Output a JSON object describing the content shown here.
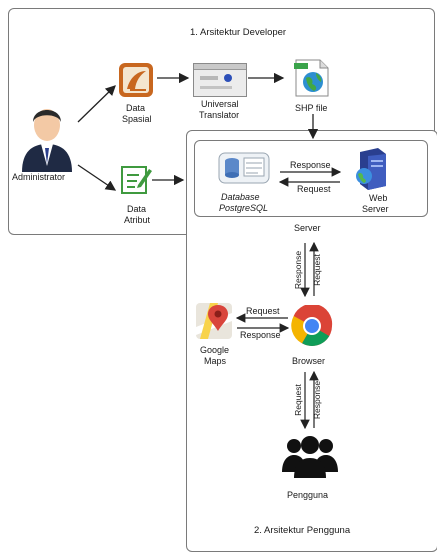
{
  "developer": {
    "title": "1. Arsitektur Developer",
    "administrator": "Administrator",
    "data_spasial": [
      "Data",
      "Spasial"
    ],
    "universal_translator": [
      "Universal",
      "Translator"
    ],
    "shp_file": "SHP file",
    "data_atribut": [
      "Data",
      "Atribut"
    ]
  },
  "server": {
    "database": [
      "Database",
      "PostgreSQL"
    ],
    "web_server": [
      "Web",
      "Server"
    ],
    "label": "Server",
    "response": "Response",
    "request": "Request"
  },
  "user": {
    "title": "2. Arsitektur Pengguna",
    "google_maps": [
      "Google",
      "Maps"
    ],
    "browser": "Browser",
    "pengguna": "Pengguna",
    "maps_request": "Request",
    "maps_response": "Response",
    "server_browser": [
      "Response",
      "Request"
    ],
    "browser_user": [
      "Request",
      "Response"
    ]
  }
}
